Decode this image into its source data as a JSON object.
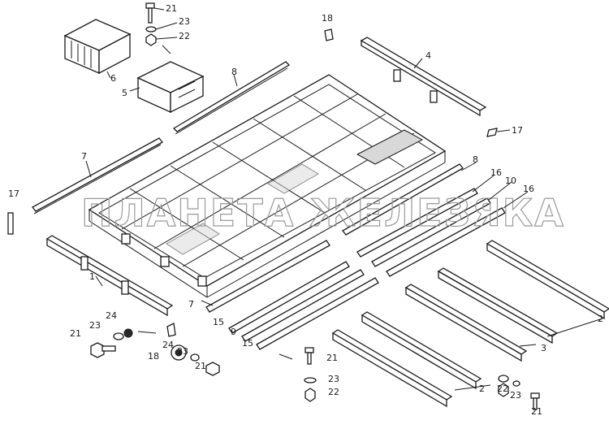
{
  "watermark": "ПЛАНЕТА ЖЕЛЕЗЯКА",
  "callouts": [
    {
      "id": "c21a",
      "text": "21"
    },
    {
      "id": "c23a",
      "text": "23"
    },
    {
      "id": "c22a",
      "text": "22"
    },
    {
      "id": "c6",
      "text": "6"
    },
    {
      "id": "c5",
      "text": "5"
    },
    {
      "id": "c18a",
      "text": "18"
    },
    {
      "id": "c4",
      "text": "4"
    },
    {
      "id": "c8a",
      "text": "8"
    },
    {
      "id": "c17a",
      "text": "17"
    },
    {
      "id": "c7a",
      "text": "7"
    },
    {
      "id": "c17b",
      "text": "17"
    },
    {
      "id": "c8b",
      "text": "8"
    },
    {
      "id": "c16a",
      "text": "16"
    },
    {
      "id": "c10",
      "text": "10"
    },
    {
      "id": "c16b",
      "text": "16"
    },
    {
      "id": "c1",
      "text": "1"
    },
    {
      "id": "c24a",
      "text": "24"
    },
    {
      "id": "c23b",
      "text": "23"
    },
    {
      "id": "c21b",
      "text": "21"
    },
    {
      "id": "c18b",
      "text": "18"
    },
    {
      "id": "c24b",
      "text": "24"
    },
    {
      "id": "c23c",
      "text": "23"
    },
    {
      "id": "c21c",
      "text": "21"
    },
    {
      "id": "c7b",
      "text": "7"
    },
    {
      "id": "c15a",
      "text": "15"
    },
    {
      "id": "c9",
      "text": "9"
    },
    {
      "id": "c15b",
      "text": "15"
    },
    {
      "id": "c21d",
      "text": "21"
    },
    {
      "id": "c23d",
      "text": "23"
    },
    {
      "id": "c22b",
      "text": "22"
    },
    {
      "id": "c2a",
      "text": "2"
    },
    {
      "id": "c3",
      "text": "3"
    },
    {
      "id": "c2b",
      "text": "2"
    },
    {
      "id": "c22c",
      "text": "22"
    },
    {
      "id": "c23e",
      "text": "23"
    },
    {
      "id": "c21e",
      "text": "21"
    }
  ]
}
